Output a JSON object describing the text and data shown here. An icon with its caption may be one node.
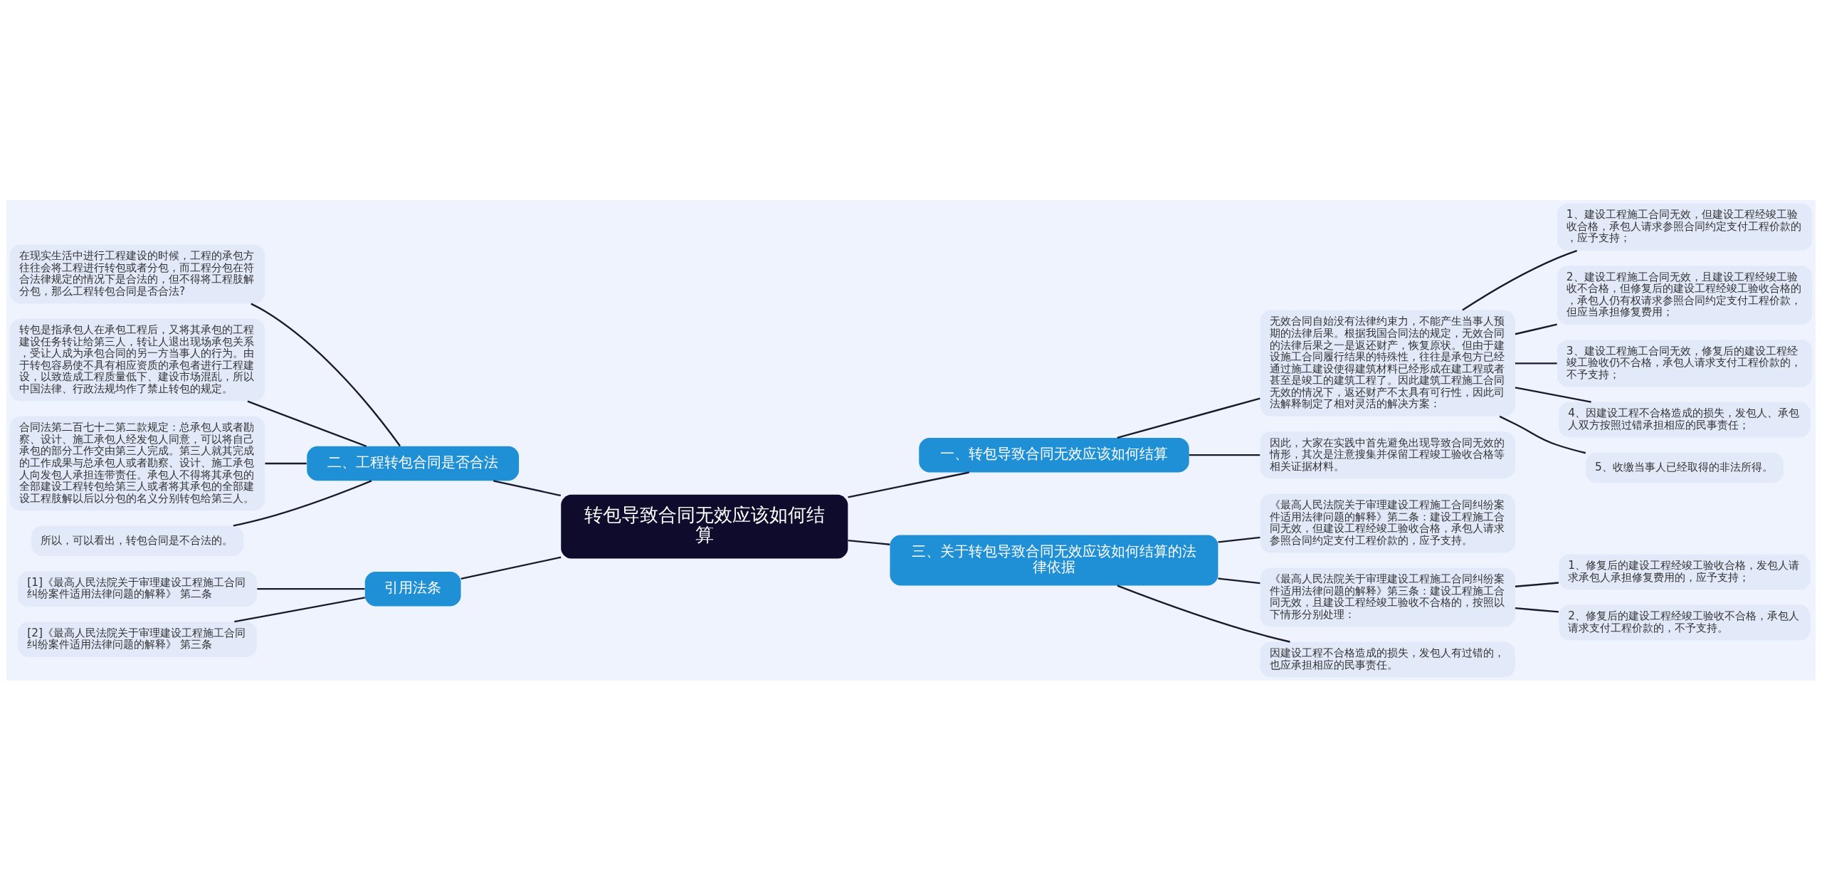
{
  "diagram": {
    "nodes": [
      {
        "text": [
          "转包导致合同无效应该如何结算"
        ]
      },
      {
        "text": [
          "一、转包导致合同无效应该如何结算"
        ]
      },
      {
        "text": [
          "无效合同自始没有法律约束力，不能产生当事人预期的法律后果。根据我国合同法的规定，无效合同的法律后果之一是返还财产，恢复原状。但由于建设施工合同履行结果的特殊性，往往是承包方已经通过施工建设使得建筑材料已经形成在建工程或者甚至是竣工的建筑工程了。因此建筑工程施工合同无效的情况下，返还财产不太具有可行性，因此司法解释制定了相对灵活的解决方案："
        ]
      },
      {
        "text": [
          "1、建设工程施工合同无效，但建设工程经竣工验收合格，承包人请求参照合同约定支付工程价款的，应予支持；"
        ]
      },
      {
        "text": [
          "2、建设工程施工合同无效，且建设工程经竣工验收不合格，但修复后的建设工程经竣工验收合格的，承包人仍有权请求参照合同约定支付工程价款，但应当承担修复费用；"
        ]
      },
      {
        "text": [
          "3、建设工程施工合同无效，修复后的建设工程经竣工验收仍不合格，承包人请求支付工程价款的，不予支持；"
        ]
      },
      {
        "text": [
          "4、因建设工程不合格造成的损失，发包人、承包人双方按照过错承担相应的民事责任；"
        ]
      },
      {
        "text": [
          "5、收缴当事人已经取得的非法所得。"
        ]
      },
      {
        "text": [
          "因此，大家在实践中首先避免出现导致合同无效的情形，其次是注意搜集并保留工程竣工验收合格等相关证据材料。"
        ]
      },
      {
        "text": [
          "三、关于转包导致合同无效应该如何结算的法律依据"
        ]
      },
      {
        "text": [
          "《最高人民法院关于审理建设工程施工合同纠纷案件适用法律问题的解释》第二条：建设工程施工合同无效，但建设工程经竣工验收合格，承包人请求参照合同约定支付工程价款的，应予支持。"
        ]
      },
      {
        "text": [
          "《最高人民法院关于审理建设工程施工合同纠纷案件适用法律问题的解释》第三条：建设工程施工合同无效，且建设工程经竣工验收不合格的，按照以下情形分别处理："
        ]
      },
      {
        "text": [
          "1、修复后的建设工程经竣工验收合格，发包人请求承包人承担修复费用的，应予支持；"
        ]
      },
      {
        "text": [
          "2、修复后的建设工程经竣工验收不合格，承包人请求支付工程价款的，不予支持。"
        ]
      },
      {
        "text": [
          "因建设工程不合格造成的损失，发包人有过错的，也应承担相应的民事责任。"
        ]
      },
      {
        "text": [
          "二、工程转包合同是否合法"
        ]
      },
      {
        "text": [
          "在现实生活中进行工程建设的时候，工程的承包方往往会将工程进行转包或者分包，而工程分包在符合法律规定的情况下是合法的，但不得将工程肢解分包，那么工程转包合同是否合法?"
        ]
      },
      {
        "text": [
          "转包是指承包人在承包工程后，又将其承包的工程建设任务转让给第三人，转让人退出现场承包关系，受让人成为承包合同的另一方当事人的行为。由于转包容易使不具有相应资质的承包者进行工程建设，以致造成工程质量低下、建设市场混乱，所以中国法律、行政法规均作了禁止转包的规定。"
        ]
      },
      {
        "text": [
          "合同法第二百七十二第二款规定：总承包人或者勘察、设计、施工承包人经发包人同意，可以将自己承包的部分工作交由第三人完成。第三人就其完成的工作成果与总承包人或者勘察、设计、施工承包人向发包人承担连带责任。承包人不得将其承包的全部建设工程转包给第三人或者将其承包的全部建设工程肢解以后以分包的名义分别转包给第三人。"
        ]
      },
      {
        "text": [
          "所以，可以看出，转包合同是不合法的。"
        ]
      },
      {
        "text": [
          "引用法条"
        ]
      },
      {
        "text": [
          "[1]《最高人民法院关于审理建设工程施工合同纠纷案件适用法律问题的解释》 第二条"
        ]
      },
      {
        "text": [
          "[2]《最高人民法院关于审理建设工程施工合同纠纷案件适用法律问题的解释》 第三条"
        ]
      }
    ],
    "edges": [
      {
        "from": 0,
        "to": 1,
        "arrow": "none"
      },
      {
        "from": 1,
        "to": 2,
        "arrow": "none"
      },
      {
        "from": 2,
        "to": 3,
        "arrow": "none"
      },
      {
        "from": 2,
        "to": 4,
        "arrow": "none"
      },
      {
        "from": 2,
        "to": 5,
        "arrow": "none"
      },
      {
        "from": 2,
        "to": 6,
        "arrow": "none"
      },
      {
        "from": 2,
        "to": 7,
        "arrow": "none"
      },
      {
        "from": 1,
        "to": 8,
        "arrow": "none"
      },
      {
        "from": 0,
        "to": 9,
        "arrow": "none"
      },
      {
        "from": 9,
        "to": 10,
        "arrow": "none"
      },
      {
        "from": 9,
        "to": 11,
        "arrow": "none"
      },
      {
        "from": 11,
        "to": 12,
        "arrow": "none"
      },
      {
        "from": 11,
        "to": 13,
        "arrow": "none"
      },
      {
        "from": 9,
        "to": 14,
        "arrow": "none"
      },
      {
        "from": 0,
        "to": 15,
        "arrow": "none"
      },
      {
        "from": 15,
        "to": 16,
        "arrow": "none"
      },
      {
        "from": 15,
        "to": 17,
        "arrow": "none"
      },
      {
        "from": 15,
        "to": 18,
        "arrow": "none"
      },
      {
        "from": 15,
        "to": 19,
        "arrow": "none"
      },
      {
        "from": 0,
        "to": 20,
        "arrow": "none"
      },
      {
        "from": 20,
        "to": 21,
        "arrow": "none"
      },
      {
        "from": 20,
        "to": 22,
        "arrow": "none"
      }
    ]
  }
}
